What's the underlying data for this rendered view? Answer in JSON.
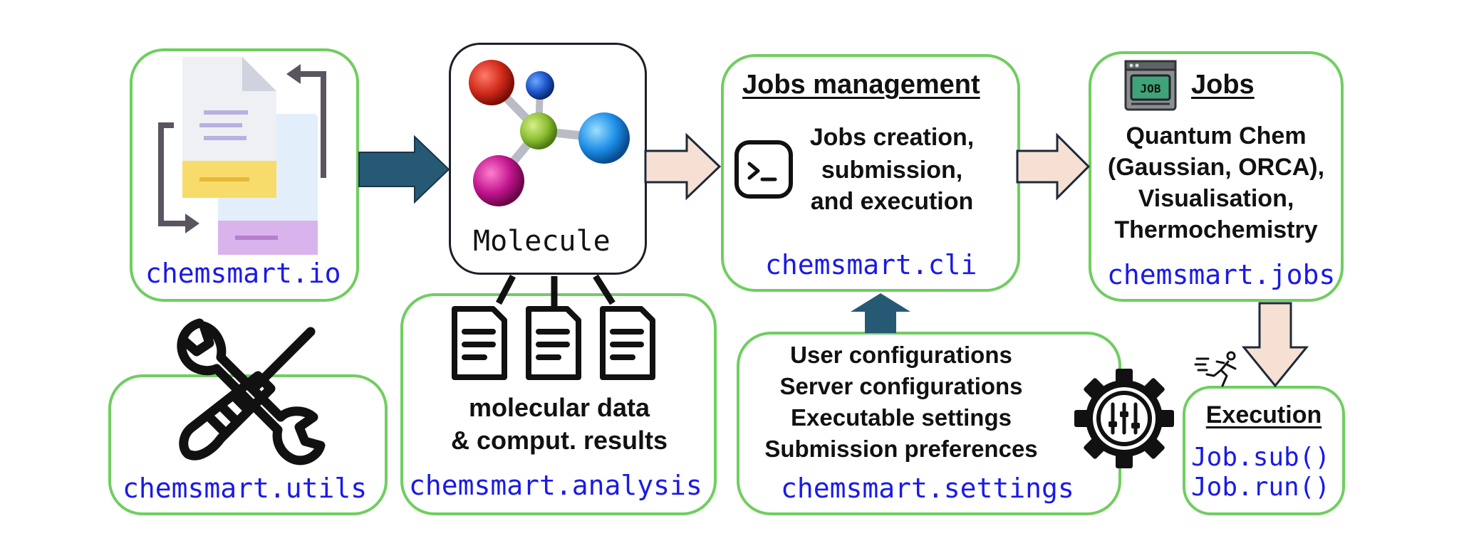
{
  "io": {
    "label": "chemsmart.io",
    "icon": "document-conversion-icon"
  },
  "molecule": {
    "label": "Molecule",
    "icon": "molecule-icon"
  },
  "cli": {
    "title": "Jobs management",
    "desc_lines": [
      "Jobs creation,",
      "submission,",
      "and execution"
    ],
    "label": "chemsmart.cli",
    "icon": "terminal-icon"
  },
  "jobs": {
    "title": "Jobs",
    "desc_lines": [
      "Quantum Chem",
      "(Gaussian, ORCA),",
      "Visualisation,",
      "Thermochemistry"
    ],
    "label": "chemsmart.jobs",
    "icon": "job-window-icon",
    "icon_text": "JOB"
  },
  "utils": {
    "label": "chemsmart.utils",
    "icon": "wrench-screwdriver-icon"
  },
  "analysis": {
    "desc_lines": [
      "molecular data",
      "& comput. results"
    ],
    "label": "chemsmart.analysis",
    "icon": "documents-icon"
  },
  "settings": {
    "lines": [
      "User configurations",
      "Server configurations",
      "Executable settings",
      "Submission preferences"
    ],
    "label": "chemsmart.settings",
    "icon": "gear-sliders-icon"
  },
  "execution": {
    "title": "Execution",
    "methods": [
      "Job.sub()",
      "Job.run()"
    ],
    "icon": "running-person-icon"
  },
  "colors": {
    "box_border": "#6fce5f",
    "code_text": "#1a1ae6",
    "dark_arrow": "#265a74",
    "light_arrow": "#f6e0d3"
  }
}
